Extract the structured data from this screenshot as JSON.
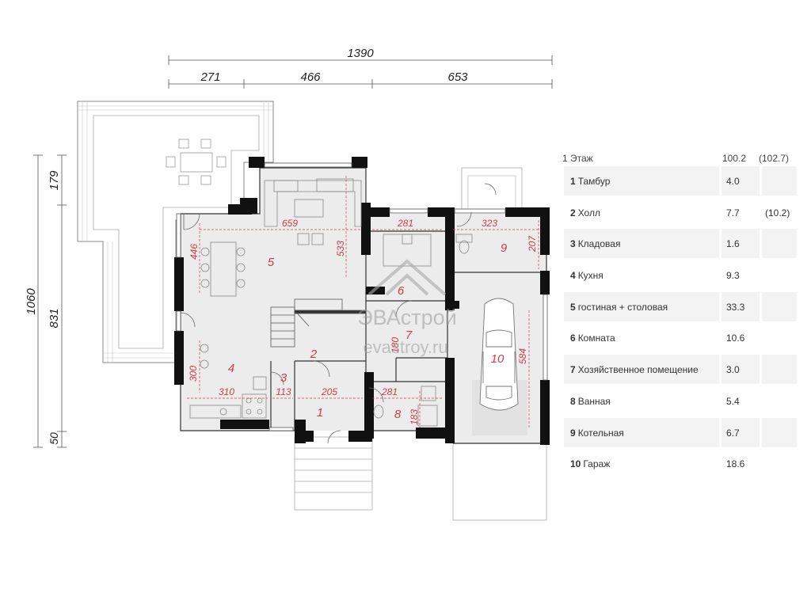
{
  "dimensions": {
    "top_total": "1390",
    "top_segments": [
      "271",
      "466",
      "653"
    ],
    "left_total": "1060",
    "left_segments": [
      "179",
      "831",
      "50"
    ]
  },
  "room_dimensions": [
    "659",
    "533",
    "446",
    "281",
    "323",
    "207",
    "300",
    "310",
    "113",
    "205",
    "281",
    "183",
    "584",
    "180"
  ],
  "room_labels": [
    "1",
    "2",
    "3",
    "4",
    "5",
    "6",
    "7",
    "8",
    "9",
    "10"
  ],
  "watermark": {
    "brand": "ЭВАстрой",
    "site": "evastroy.ru"
  },
  "legend": {
    "floor_label": "1 Этаж",
    "floor_area": "100.2",
    "floor_area_alt": "(102.7)",
    "rooms": [
      {
        "num": "1",
        "name": "Тамбур",
        "area": "4.0",
        "alt": ""
      },
      {
        "num": "2",
        "name": "Холл",
        "area": "7.7",
        "alt": "(10.2)"
      },
      {
        "num": "3",
        "name": "Кладовая",
        "area": "1.6",
        "alt": ""
      },
      {
        "num": "4",
        "name": "Кухня",
        "area": "9.3",
        "alt": ""
      },
      {
        "num": "5",
        "name": "гостиная + столовая",
        "area": "33.3",
        "alt": ""
      },
      {
        "num": "6",
        "name": "Комната",
        "area": "10.6",
        "alt": ""
      },
      {
        "num": "7",
        "name": "Хозяйственное помещение",
        "area": "3.0",
        "alt": ""
      },
      {
        "num": "8",
        "name": "Ванная",
        "area": "5.4",
        "alt": ""
      },
      {
        "num": "9",
        "name": "Котельная",
        "area": "6.7",
        "alt": ""
      },
      {
        "num": "10",
        "name": "Гараж",
        "area": "18.6",
        "alt": ""
      }
    ]
  }
}
